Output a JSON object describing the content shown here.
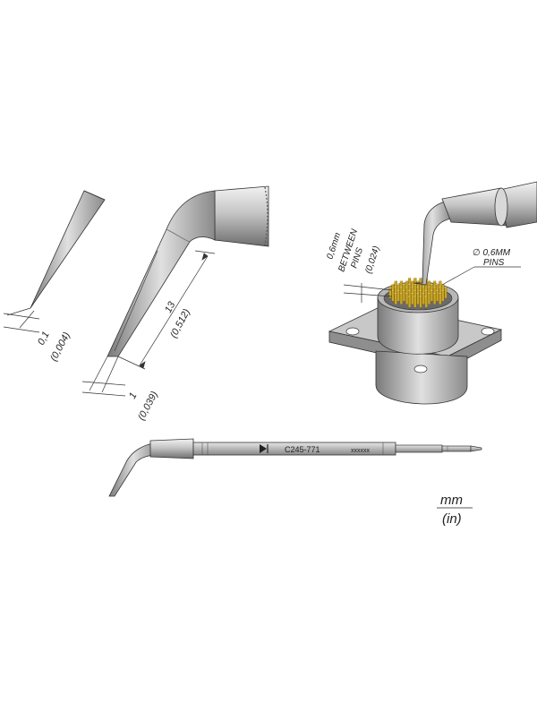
{
  "tip_tip_width": {
    "value": "0,1",
    "inch": "(0,004)"
  },
  "tip_end_width": {
    "value": "1",
    "inch": "(0,039)"
  },
  "tip_length": {
    "value": "13",
    "inch": "(0,512)"
  },
  "pin_spacing": {
    "line1": "0,6mm",
    "line2": "BETWEEN",
    "line3": "PINS",
    "inch": "(0,024)"
  },
  "pin_diameter": {
    "line1": "∅ 0,6MM",
    "line2": "PINS"
  },
  "cartridge": {
    "code": "C245-771",
    "serial": "xxxxxx"
  },
  "units": {
    "metric": "mm",
    "imperial": "(in)"
  },
  "colors": {
    "metal": "#9a9a9a",
    "pins": "#c9a62a",
    "outline": "#333333"
  }
}
